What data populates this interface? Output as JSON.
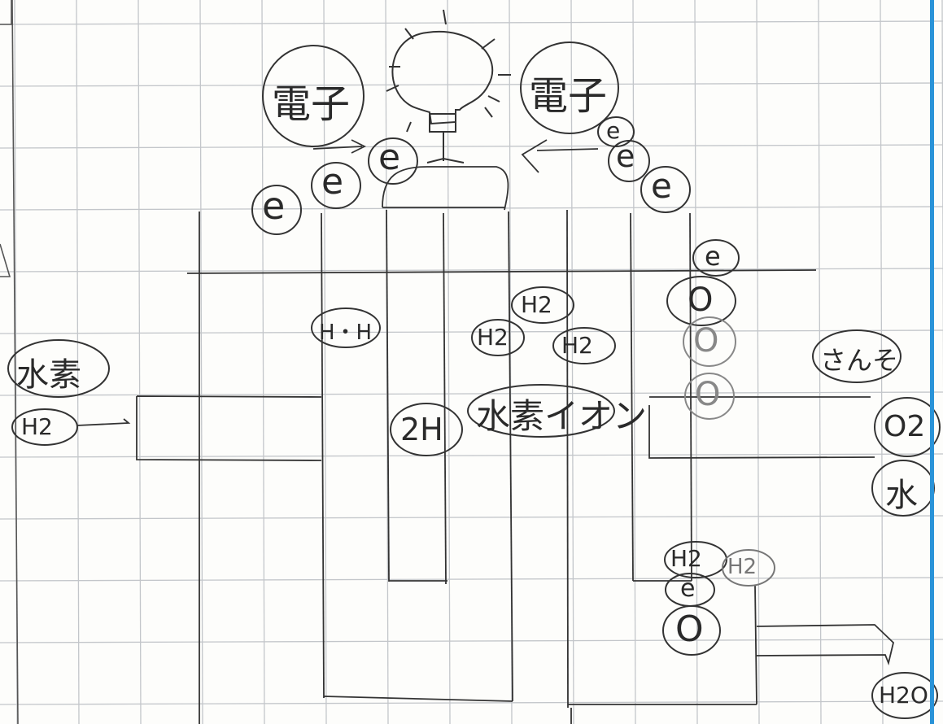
{
  "diagram": {
    "kind": "hand-drawn sketch of a hydrogen fuel cell on grid paper",
    "electron_word": "電子",
    "electron_symbol": "e",
    "hydrogen_word": "水素",
    "hydrogen_formula": "H2",
    "ion_split": "H・H",
    "two_h_ions": "2H",
    "hydrogen_ion_word": "水素イオン",
    "oxygen_word": "さんそ",
    "oxygen_formula": "O2",
    "water_word": "水",
    "water_formula": "H2O",
    "oxygen_atom": "O",
    "colors": {
      "ink": "#2a2a2a",
      "grid": "#b9bcc0",
      "paper": "#fdfdfb",
      "edge": "#2a93d8"
    }
  }
}
